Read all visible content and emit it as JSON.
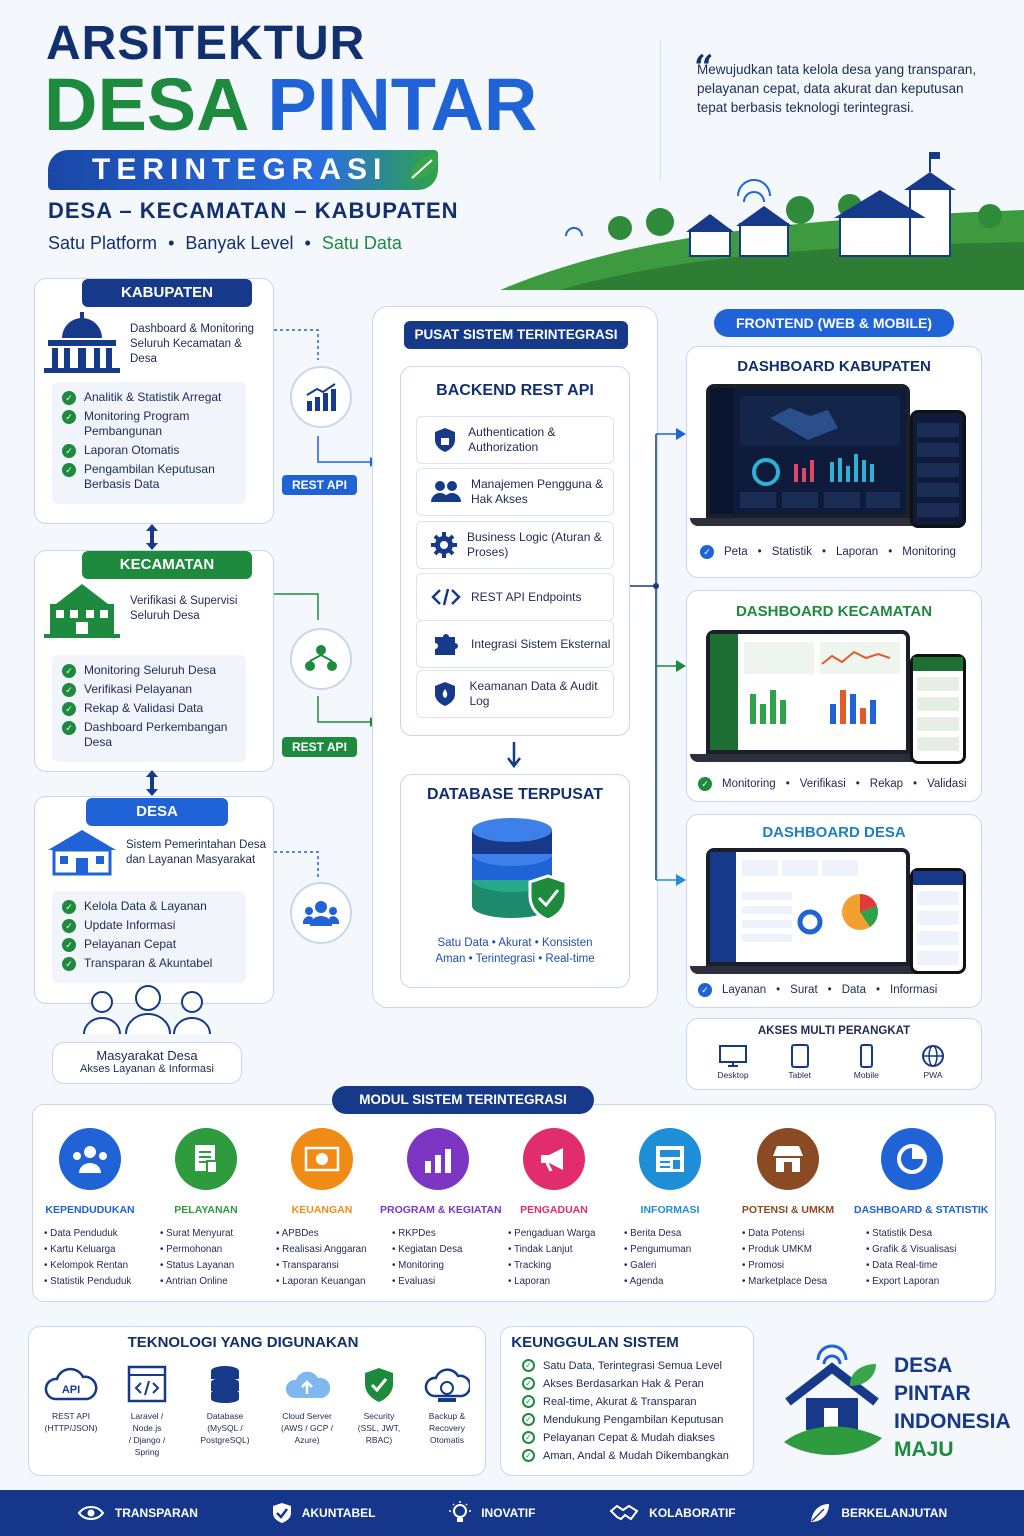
{
  "header": {
    "title_top": "ARSITEKTUR",
    "title_main_green": "DESA",
    "title_main_blue": "PINTAR",
    "title_badge": "TERINTEGRASI",
    "levels": "DESA – KECAMATAN – KABUPATEN",
    "platform": [
      "Satu Platform",
      "•",
      "Banyak Level",
      "•",
      "Satu Data"
    ],
    "quote": "Mewujudkan tata kelola desa yang transparan, pelayanan cepat, data akurat dan keputusan tepat berbasis teknologi terintegrasi."
  },
  "kabupaten": {
    "label": "KABUPATEN",
    "desc": "Dashboard & Monitoring Seluruh Kecamatan & Desa",
    "items": [
      "Analitik & Statistik Arregat",
      "Monitoring Program Pembangunan",
      "Laporan Otomatis",
      "Pengambilan Keputusan Berbasis Data"
    ]
  },
  "kecamatan": {
    "label": "KECAMATAN",
    "desc": "Verifikasi & Supervisi Seluruh Desa",
    "items": [
      "Monitoring Seluruh Desa",
      "Verifikasi Pelayanan",
      "Rekap & Validasi Data",
      "Dashboard Perkembangan Desa"
    ]
  },
  "desa": {
    "label": "DESA",
    "desc": "Sistem Pemerintahan Desa dan Layanan Masyarakat",
    "items": [
      "Kelola Data & Layanan",
      "Update Informasi",
      "Pelayanan Cepat",
      "Transparan & Akuntabel"
    ]
  },
  "masyarakat": {
    "title": "Masyarakat Desa",
    "sub": "Akses Layanan & Informasi"
  },
  "rest_api": "REST API",
  "pusat": {
    "title": "PUSAT SISTEM TERINTEGRASI",
    "backend_title": "BACKEND REST API",
    "backend_items": [
      "Authentication & Authorization",
      "Manajemen Pengguna & Hak Akses",
      "Business Logic (Aturan & Proses)",
      "REST API Endpoints",
      "Integrasi Sistem Eksternal",
      "Keamanan Data & Audit Log"
    ],
    "db_title": "DATABASE TERPUSAT",
    "db_line1": "Satu Data  •  Akurat  •  Konsisten",
    "db_line2": "Aman  •  Terintegrasi  •  Real-time"
  },
  "frontend": {
    "title": "FRONTEND (WEB & MOBILE)",
    "kabupaten_title": "DASHBOARD KABUPATEN",
    "kabupaten_foot": [
      "Peta",
      "•",
      "Statistik",
      "•",
      "Laporan",
      "•",
      "Monitoring"
    ],
    "kecamatan_title": "DASHBOARD KECAMATAN",
    "kecamatan_foot": [
      "Monitoring",
      "•",
      "Verifikasi",
      "•",
      "Rekap",
      "•",
      "Validasi"
    ],
    "desa_title": "DASHBOARD DESA",
    "desa_foot": [
      "Layanan",
      "•",
      "Surat",
      "•",
      "Data",
      "•",
      "Informasi"
    ],
    "multi_title": "AKSES MULTI PERANGKAT",
    "devices": [
      "Desktop",
      "Tablet",
      "Mobile",
      "PWA"
    ]
  },
  "modul": {
    "title": "MODUL SISTEM TERINTEGRASI",
    "items": [
      {
        "name": "KEPENDUDUKAN",
        "color": "#1f63d6",
        "list": [
          "Data Penduduk",
          "Kartu Keluarga",
          "Kelompok Rentan",
          "Statistik Penduduk"
        ]
      },
      {
        "name": "PELAYANAN",
        "color": "#2e9b3e",
        "list": [
          "Surat Menyurat",
          "Permohonan",
          "Status Layanan",
          "Antrian Online"
        ]
      },
      {
        "name": "KEUANGAN",
        "color": "#f08c16",
        "list": [
          "APBDes",
          "Realisasi Anggaran",
          "Transparansi",
          "Laporan Keuangan"
        ]
      },
      {
        "name": "PROGRAM & KEGIATAN",
        "color": "#7d35c4",
        "list": [
          "RKPDes",
          "Kegiatan Desa",
          "Monitoring",
          "Evaluasi"
        ]
      },
      {
        "name": "PENGADUAN",
        "color": "#e22d6c",
        "list": [
          "Pengaduan Warga",
          "Tindak Lanjut",
          "Tracking",
          "Laporan"
        ]
      },
      {
        "name": "INFORMASI",
        "color": "#1e8fd6",
        "list": [
          "Berita Desa",
          "Pengumuman",
          "Galeri",
          "Agenda"
        ]
      },
      {
        "name": "POTENSI & UMKM",
        "color": "#8a4a24",
        "list": [
          "Data Potensi",
          "Produk UMKM",
          "Promosi",
          "Marketplace Desa"
        ]
      },
      {
        "name": "DASHBOARD & STATISTIK",
        "color": "#1f63d6",
        "list": [
          "Statistik Desa",
          "Grafik & Visualisasi",
          "Data Real-time",
          "Export Laporan"
        ]
      }
    ]
  },
  "teknologi": {
    "title": "TEKNOLOGI YANG DIGUNAKAN",
    "items": [
      {
        "l1": "REST API",
        "l2": "(HTTP/JSON)"
      },
      {
        "l1": "Laravel / Node.js",
        "l2": "/ Django / Spring"
      },
      {
        "l1": "Database",
        "l2": "(MySQL / PostgreSQL)"
      },
      {
        "l1": "Cloud Server",
        "l2": "(AWS / GCP / Azure)"
      },
      {
        "l1": "Security",
        "l2": "(SSL, JWT, RBAC)"
      },
      {
        "l1": "Backup & Recovery",
        "l2": "Otomatis"
      }
    ]
  },
  "keunggulan": {
    "title": "KEUNGGULAN SISTEM",
    "items": [
      "Satu Data, Terintegrasi Semua Level",
      "Akses Berdasarkan Hak & Peran",
      "Real-time, Akurat & Transparan",
      "Mendukung Pengambilan Keputusan",
      "Pelayanan Cepat & Mudah diakses",
      "Aman, Andal & Mudah Dikembangkan"
    ]
  },
  "brand": {
    "l1": "DESA",
    "l2": "PINTAR",
    "l3": "INDONESIA",
    "l4": "MAJU"
  },
  "footer": [
    "TRANSPARAN",
    "AKUNTABEL",
    "INOVATIF",
    "KOLABORATIF",
    "BERKELANJUTAN"
  ]
}
